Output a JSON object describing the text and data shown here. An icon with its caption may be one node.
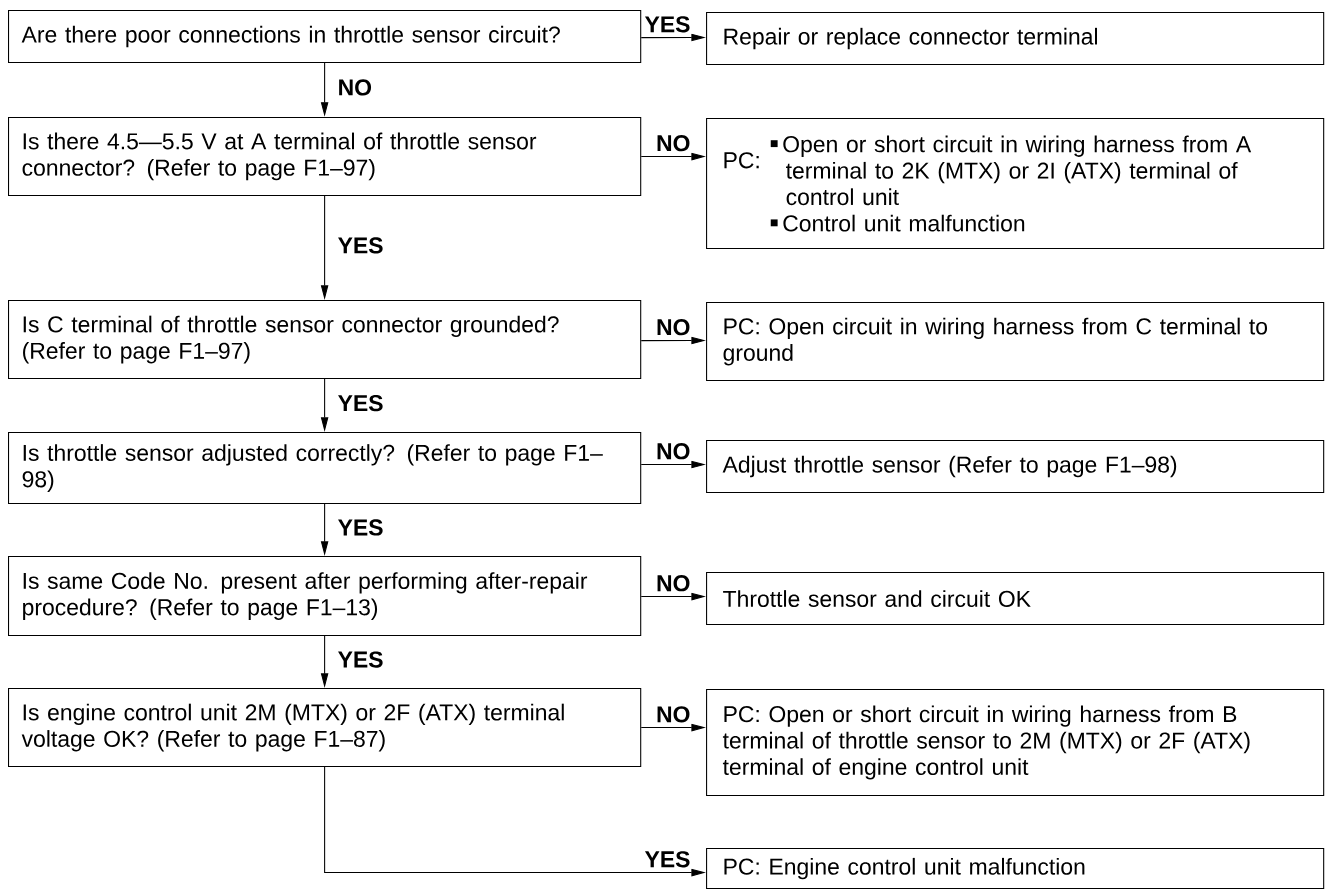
{
  "diagram": {
    "nodes": [
      {
        "text": [
          "Are there poor connections in throttle sensor circuit?"
        ]
      },
      {
        "text": [
          "Repair or replace connector terminal"
        ]
      },
      {
        "text": [
          "Is there 4.5—5.5 V at A terminal of throttle sensor connector? (Refer to page F1–97)"
        ]
      },
      {
        "text": [
          "PC:",
          "Open or short circuit in wiring harness from A terminal to 2K (MTX) or 2I (ATX) terminal of control unit",
          "Control unit malfunction"
        ]
      },
      {
        "text": [
          "Is C terminal of throttle sensor connector grounded? (Refer to page F1–97)"
        ]
      },
      {
        "text": [
          "PC: Open circuit in wiring harness from C terminal to ground"
        ]
      },
      {
        "text": [
          "Is throttle sensor adjusted correctly? (Refer to page F1–98)"
        ]
      },
      {
        "text": [
          "Adjust throttle sensor (Refer to page F1–98)"
        ]
      },
      {
        "text": [
          "Is same Code No. present after performing after-repair procedure? (Refer to page F1–13)"
        ]
      },
      {
        "text": [
          "Throttle sensor and circuit OK"
        ]
      },
      {
        "text": [
          "Is engine control unit 2M (MTX) or 2F (ATX) terminal voltage OK? (Refer to page F1–87)"
        ]
      },
      {
        "text": [
          "PC: Open or short circuit in wiring harness from B terminal of throttle sensor to 2M (MTX) or 2F (ATX) terminal of engine control unit"
        ]
      },
      {
        "text": [
          "PC: Engine control unit malfunction"
        ]
      }
    ],
    "edges": [
      {
        "from": 0,
        "to": 1,
        "arrow": "to",
        "label": "YES"
      },
      {
        "from": 0,
        "to": 2,
        "arrow": "to",
        "label": "NO"
      },
      {
        "from": 2,
        "to": 3,
        "arrow": "to",
        "label": "NO"
      },
      {
        "from": 2,
        "to": 4,
        "arrow": "to",
        "label": "YES"
      },
      {
        "from": 4,
        "to": 5,
        "arrow": "to",
        "label": "NO"
      },
      {
        "from": 4,
        "to": 6,
        "arrow": "to",
        "label": "YES"
      },
      {
        "from": 6,
        "to": 7,
        "arrow": "to",
        "label": "NO"
      },
      {
        "from": 6,
        "to": 8,
        "arrow": "to",
        "label": "YES"
      },
      {
        "from": 8,
        "to": 9,
        "arrow": "to",
        "label": "NO"
      },
      {
        "from": 8,
        "to": 10,
        "arrow": "to",
        "label": "YES"
      },
      {
        "from": 10,
        "to": 11,
        "arrow": "to",
        "label": "NO"
      },
      {
        "from": 10,
        "to": 12,
        "arrow": "to",
        "label": "YES"
      }
    ]
  }
}
